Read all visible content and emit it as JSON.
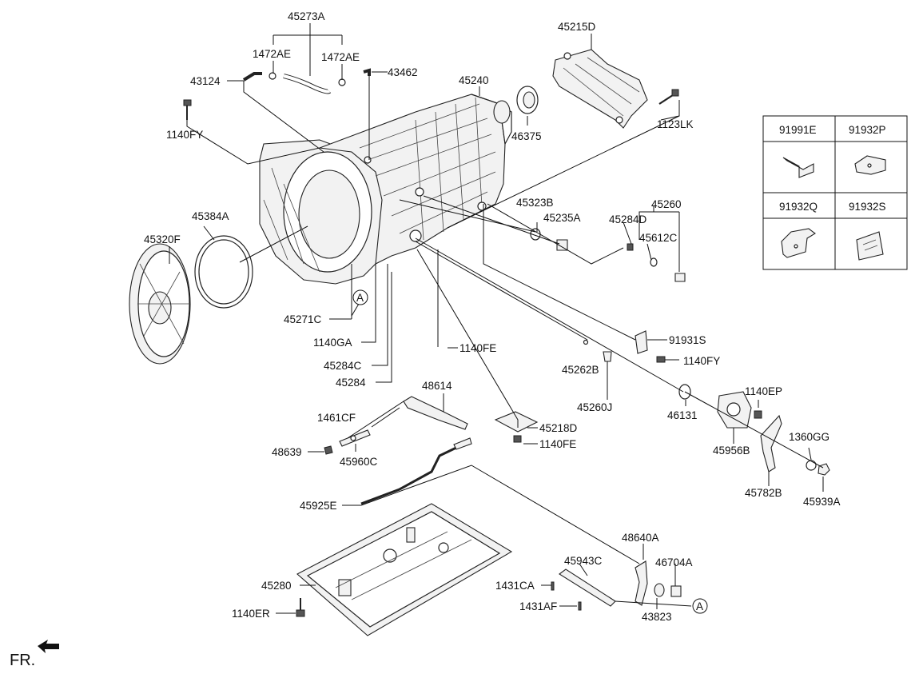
{
  "labels": {
    "l45273A": "45273A",
    "l1472AE_1": "1472AE",
    "l1472AE_2": "1472AE",
    "l43124": "43124",
    "l43462": "43462",
    "l45240": "45240",
    "l45215D": "45215D",
    "l1123LK": "1123LK",
    "l46375": "46375",
    "l1140FY_1": "1140FY",
    "l45323B": "45323B",
    "l45235A": "45235A",
    "l45260": "45260",
    "l45284D": "45284D",
    "l45612C": "45612C",
    "l45384A": "45384A",
    "l45320F": "45320F",
    "l45271C": "45271C",
    "l1140GA": "1140GA",
    "l1140FE_1": "1140FE",
    "l45284C": "45284C",
    "l45284": "45284",
    "l91931S": "91931S",
    "l1140FY_2": "1140FY",
    "l45262B": "45262B",
    "l45260J": "45260J",
    "l46131": "46131",
    "l1140EP": "1140EP",
    "l45956B": "45956B",
    "l1360GG": "1360GG",
    "l45782B": "45782B",
    "l45939A": "45939A",
    "l48614": "48614",
    "l1461CF": "1461CF",
    "l48639": "48639",
    "l45960C": "45960C",
    "l45218D": "45218D",
    "l1140FE_2": "1140FE",
    "l45925E": "45925E",
    "l48640A": "48640A",
    "l45943C": "45943C",
    "l46704A": "46704A",
    "l1431CA": "1431CA",
    "l1431AF": "1431AF",
    "l43823": "43823",
    "l45280": "45280",
    "l1140ER": "1140ER",
    "refA_1": "A",
    "refA_2": "A"
  },
  "parts_table": {
    "cells": [
      "91991E",
      "91932P",
      "91932Q",
      "91932S"
    ]
  },
  "front_marker": "FR."
}
